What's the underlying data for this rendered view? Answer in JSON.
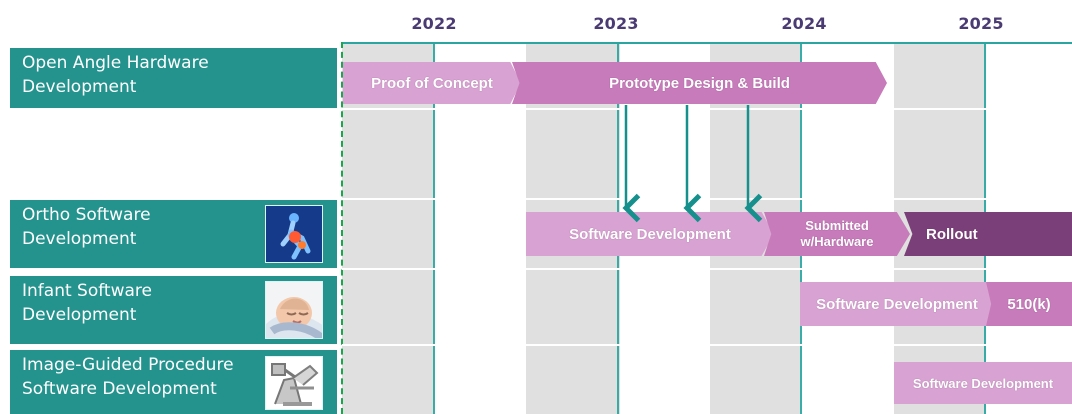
{
  "years": [
    "2022",
    "2023",
    "2024",
    "2025"
  ],
  "rows": [
    {
      "label": "Open Angle Hardware\nDevelopment",
      "icon": "none"
    },
    {
      "label": "Ortho Software\nDevelopment",
      "icon": "running-person-icon"
    },
    {
      "label": "Infant Software\nDevelopment",
      "icon": "baby-face-icon"
    },
    {
      "label": "Image-Guided Procedure\nSoftware Development",
      "icon": "surgical-system-icon"
    }
  ],
  "bars": {
    "proof_of_concept": "Proof of Concept",
    "prototype_design_build": "Prototype Design & Build",
    "ortho_software_development": "Software  Development",
    "submitted_with_hardware": "Submitted\nw/Hardware",
    "rollout": "Rollout",
    "infant_software_development": "Software Development",
    "infant_510k": "510(k)",
    "image_guided_software_development": "Software Development"
  },
  "colors": {
    "teal": "#24938E",
    "timeline_teal": "#2AA6A1",
    "light_pink": "#D8A3D2",
    "medium_pink": "#C77BBA",
    "dark_purple": "#7A3F78",
    "grid_stripe": "#E0E0E0",
    "year_text": "#4B3B73"
  }
}
